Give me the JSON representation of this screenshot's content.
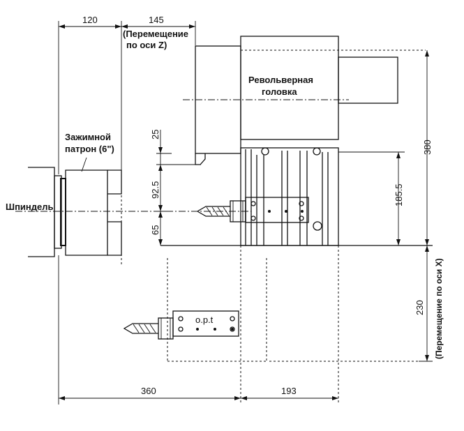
{
  "labels": {
    "z_travel_line1": "(Перемещение",
    "z_travel_line2": "по оси Z)",
    "turret_line1": "Револьверная",
    "turret_line2": "головка",
    "chuck_line1": "Зажимной",
    "chuck_line2": "патрон (6\")",
    "spindle": "Шпиндель",
    "x_travel": "(Перемещение по оси X)",
    "opt": "o.p.t"
  },
  "dimensions": {
    "d120": "120",
    "d145": "145",
    "d25": "25",
    "d92_5": "92.5",
    "d65": "65",
    "d185_5": "185.5",
    "d380": "380",
    "d230": "230",
    "d360": "360",
    "d193": "193"
  }
}
